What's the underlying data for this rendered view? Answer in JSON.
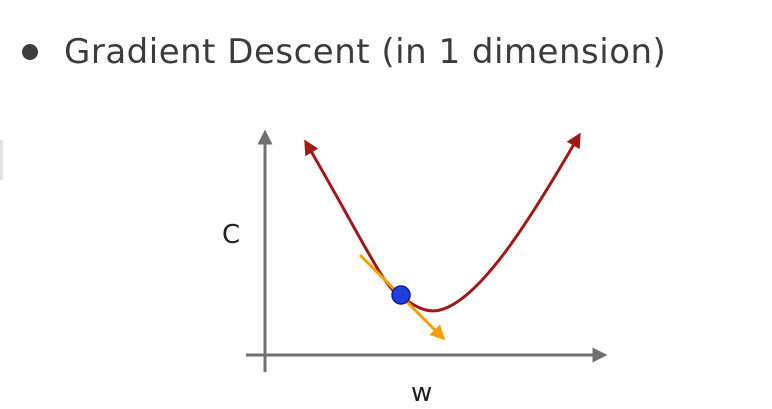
{
  "slide": {
    "bullet": "Gradient Descent (in 1 dimension)"
  },
  "diagram": {
    "y_axis_label": "C",
    "x_axis_label": "w",
    "colors": {
      "axis": "#707070",
      "curve": "#a01818",
      "tangent": "#f5a000",
      "point": "#1f3fe0",
      "text": "#3c3c3c"
    }
  }
}
